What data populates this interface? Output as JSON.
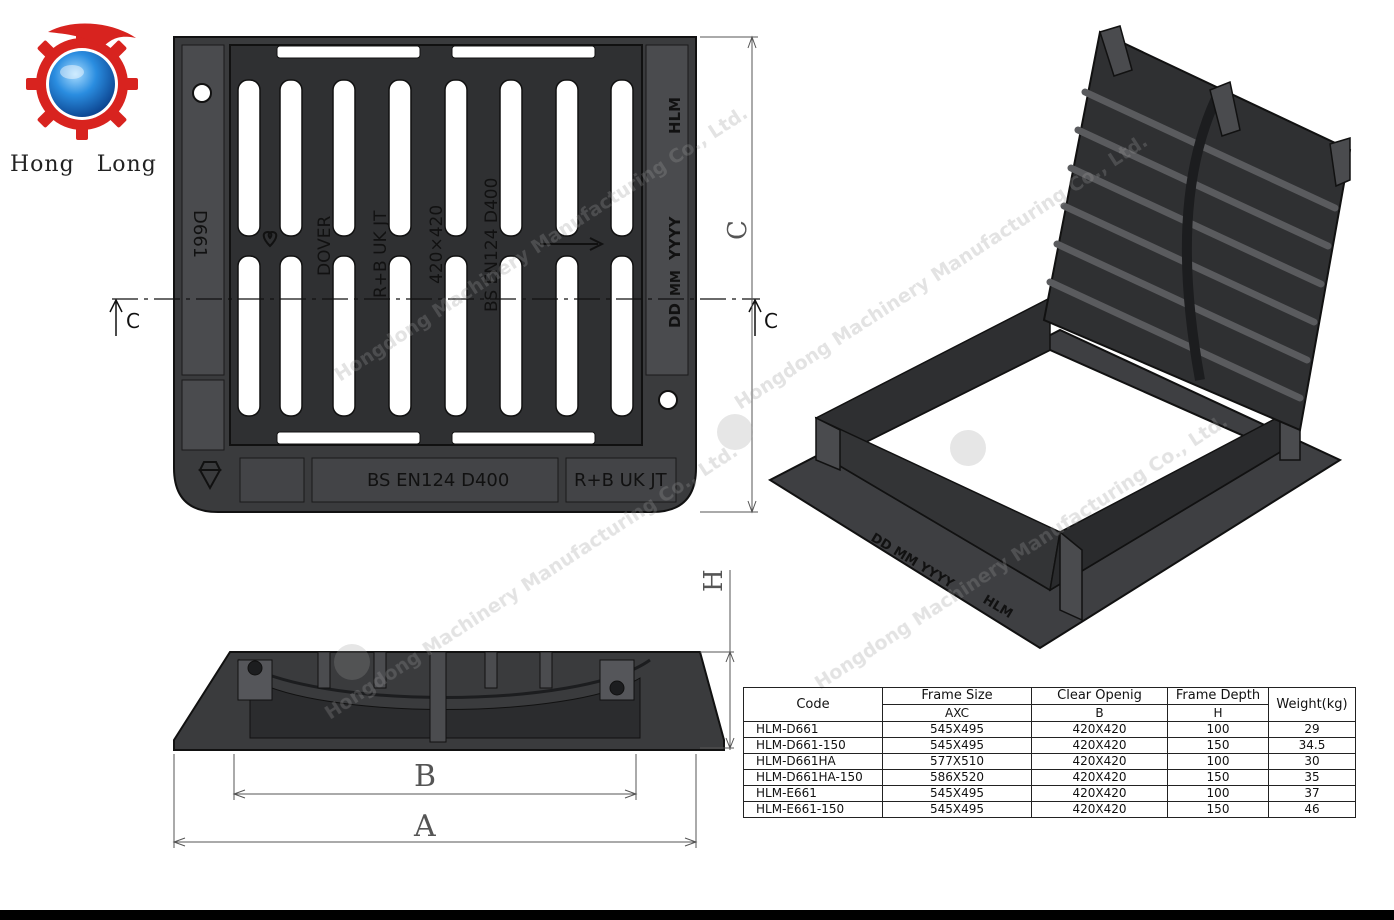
{
  "logo": {
    "name_part1": "Hong",
    "name_part2": "Long"
  },
  "plan_view": {
    "grate_text": {
      "dover": "DOVER",
      "rb_ukjt": "R+B UK JT",
      "size": "420×420",
      "standard": "BS EN124 D400"
    },
    "frame_text": {
      "left_side": "D661",
      "right_top": "HLM",
      "right_mid": "YYYY",
      "right_mm": "MM",
      "right_dd": "DD",
      "bottom_standard": "BS EN124 D400",
      "bottom_rb": "R+B UK JT"
    },
    "section_mark": "C",
    "dimension_c": "C"
  },
  "side_view": {
    "dimension_h": "H",
    "dimension_b": "B",
    "dimension_a": "A"
  },
  "iso_view": {
    "frame_text": {
      "date": "DD MM YYYY",
      "brand": "HLM"
    }
  },
  "watermark": "Hongdong Machinery Manufacturing Co., Ltd.",
  "spec_table": {
    "headers": {
      "code": "Code",
      "frame_size": "Frame Size",
      "frame_size_sub": "AXC",
      "clear_opening": "Clear Openig",
      "clear_opening_sub": "B",
      "frame_depth": "Frame Depth",
      "frame_depth_sub": "H",
      "weight": "Weight(kg)"
    },
    "rows": [
      {
        "code": "HLM-D661",
        "frame": "545X495",
        "clear": "420X420",
        "depth": "100",
        "weight": "29"
      },
      {
        "code": "HLM-D661-150",
        "frame": "545X495",
        "clear": "420X420",
        "depth": "150",
        "weight": "34.5"
      },
      {
        "code": "HLM-D661HA",
        "frame": "577X510",
        "clear": "420X420",
        "depth": "100",
        "weight": "30"
      },
      {
        "code": "HLM-D661HA-150",
        "frame": "586X520",
        "clear": "420X420",
        "depth": "150",
        "weight": "35"
      },
      {
        "code": "HLM-E661",
        "frame": "545X495",
        "clear": "420X420",
        "depth": "100",
        "weight": "37"
      },
      {
        "code": "HLM-E661-150",
        "frame": "545X495",
        "clear": "420X420",
        "depth": "150",
        "weight": "46"
      }
    ]
  },
  "colors": {
    "cast_iron": "#3a3b3d",
    "cast_iron_dark": "#1c1d1f",
    "logo_red": "#d8231f",
    "logo_blue": "#1f7fd0"
  }
}
